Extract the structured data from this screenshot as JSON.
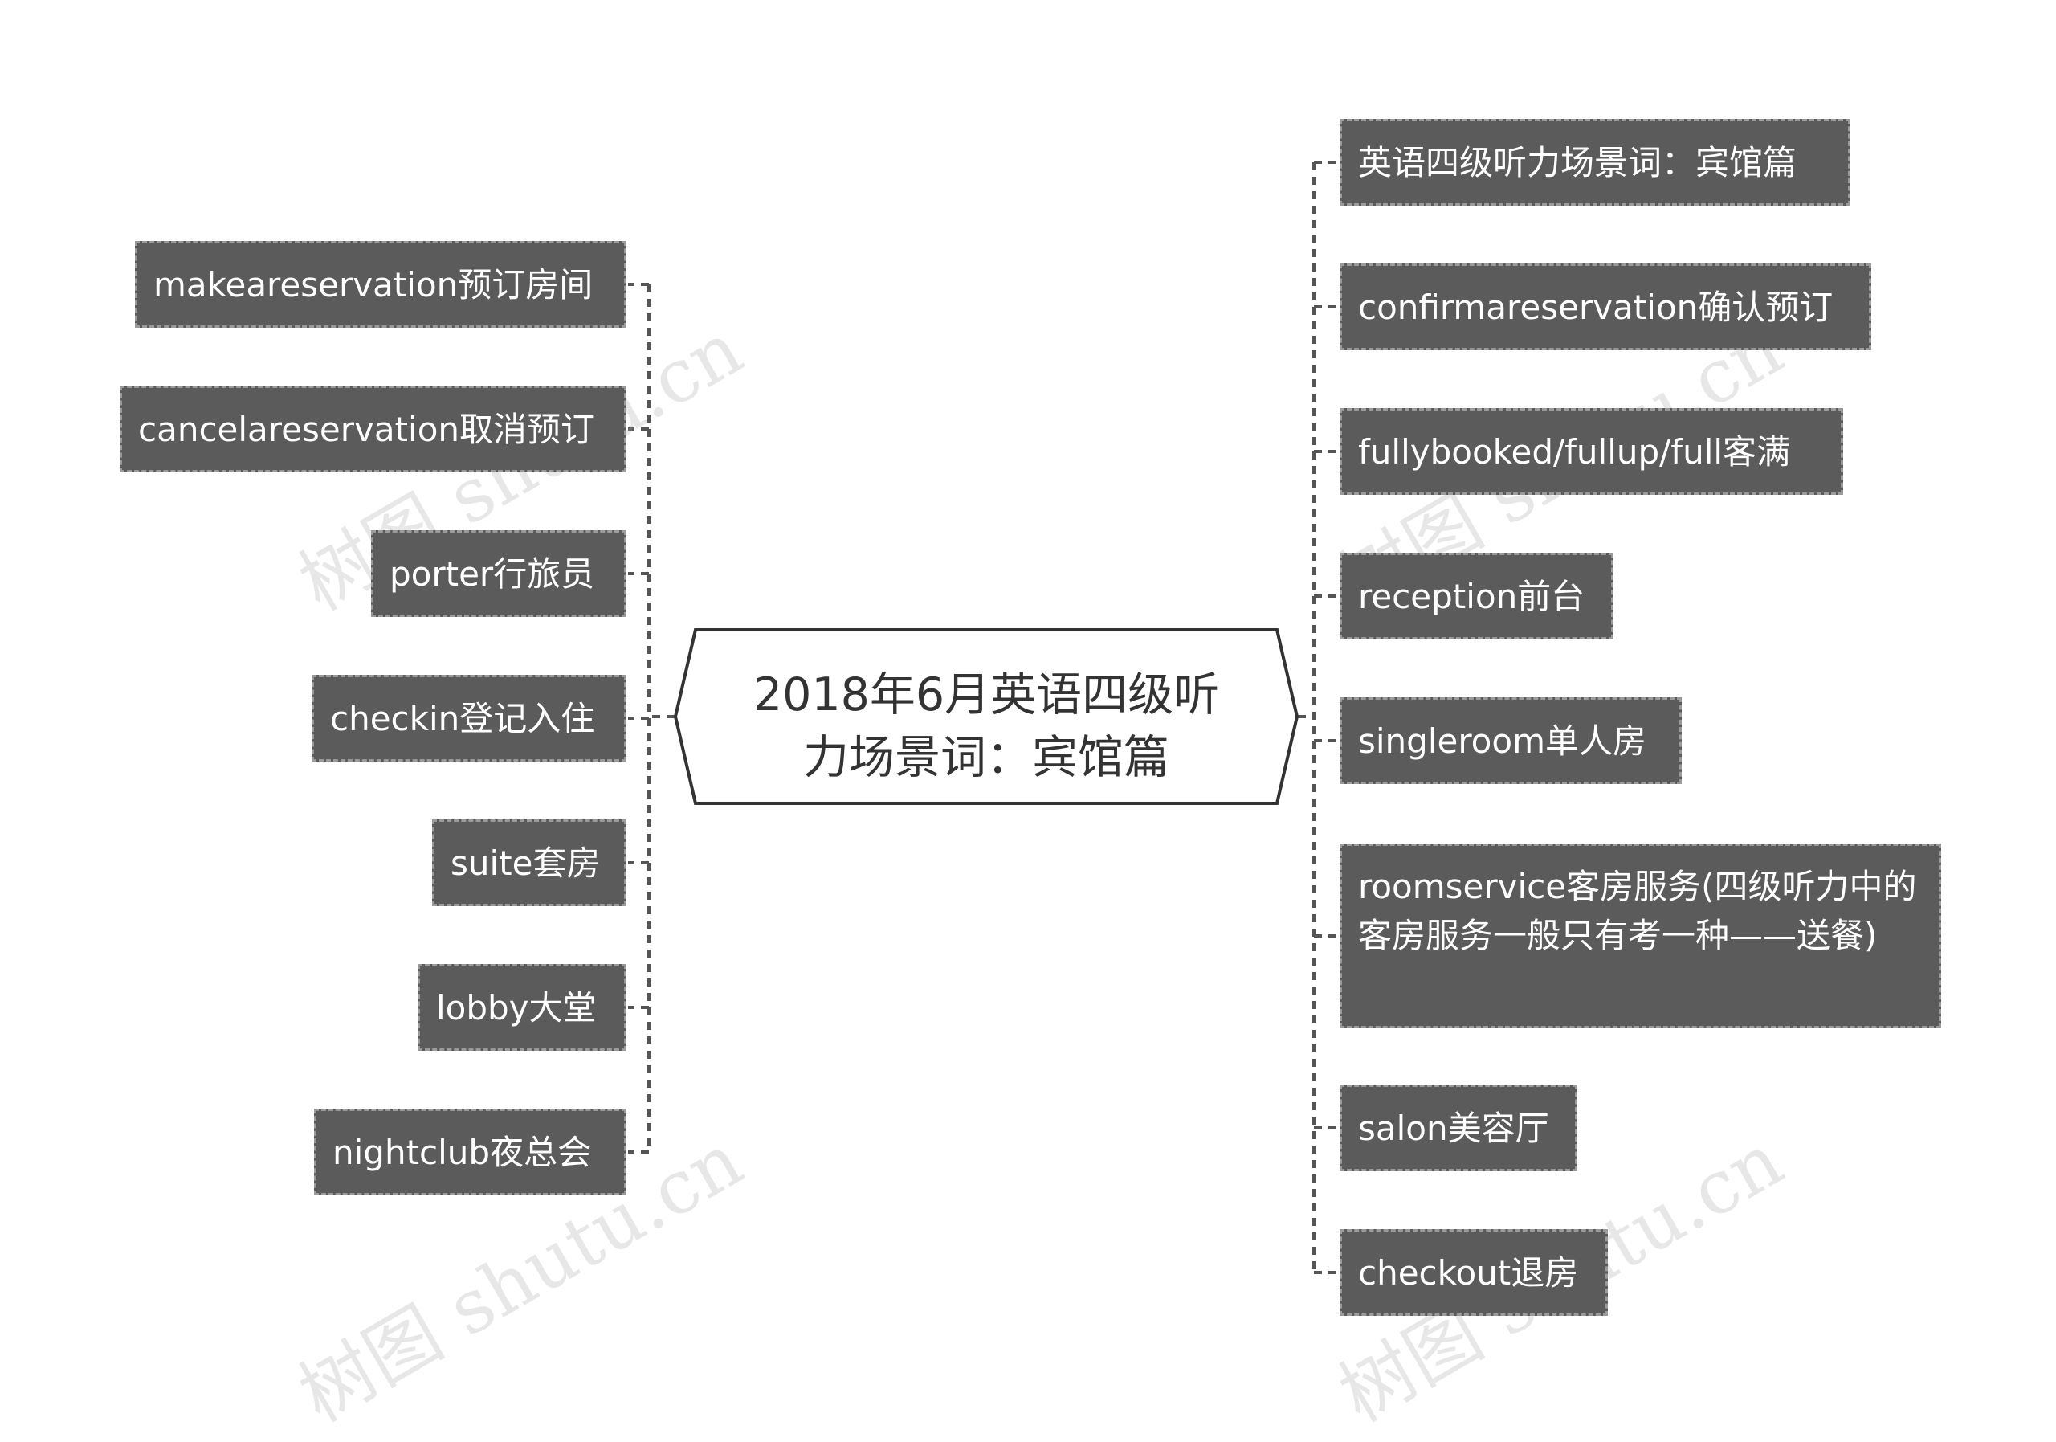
{
  "root": {
    "label": "2018年6月英语四级听力场景词：宾馆篇"
  },
  "left": [
    "makeareservation预订房间",
    "cancelareservation取消预订",
    "porter行旅员",
    "checkin登记入住",
    "suite套房",
    "lobby大堂",
    "nightclub夜总会"
  ],
  "right": [
    "英语四级听力场景词：宾馆篇",
    "confirmareservation确认预订",
    "fullybooked/fullup/full客满",
    "reception前台",
    "singleroom单人房",
    "roomservice客房服务(四级听力中的客房服务一般只有考一种——送餐)",
    "salon美容厅",
    "checkout退房"
  ],
  "watermark": "树图 shutu.cn",
  "colors": {
    "node_fill": "#5b5b5b",
    "node_border": "#9a9a9a",
    "connector": "#555555",
    "root_border": "#333333"
  }
}
